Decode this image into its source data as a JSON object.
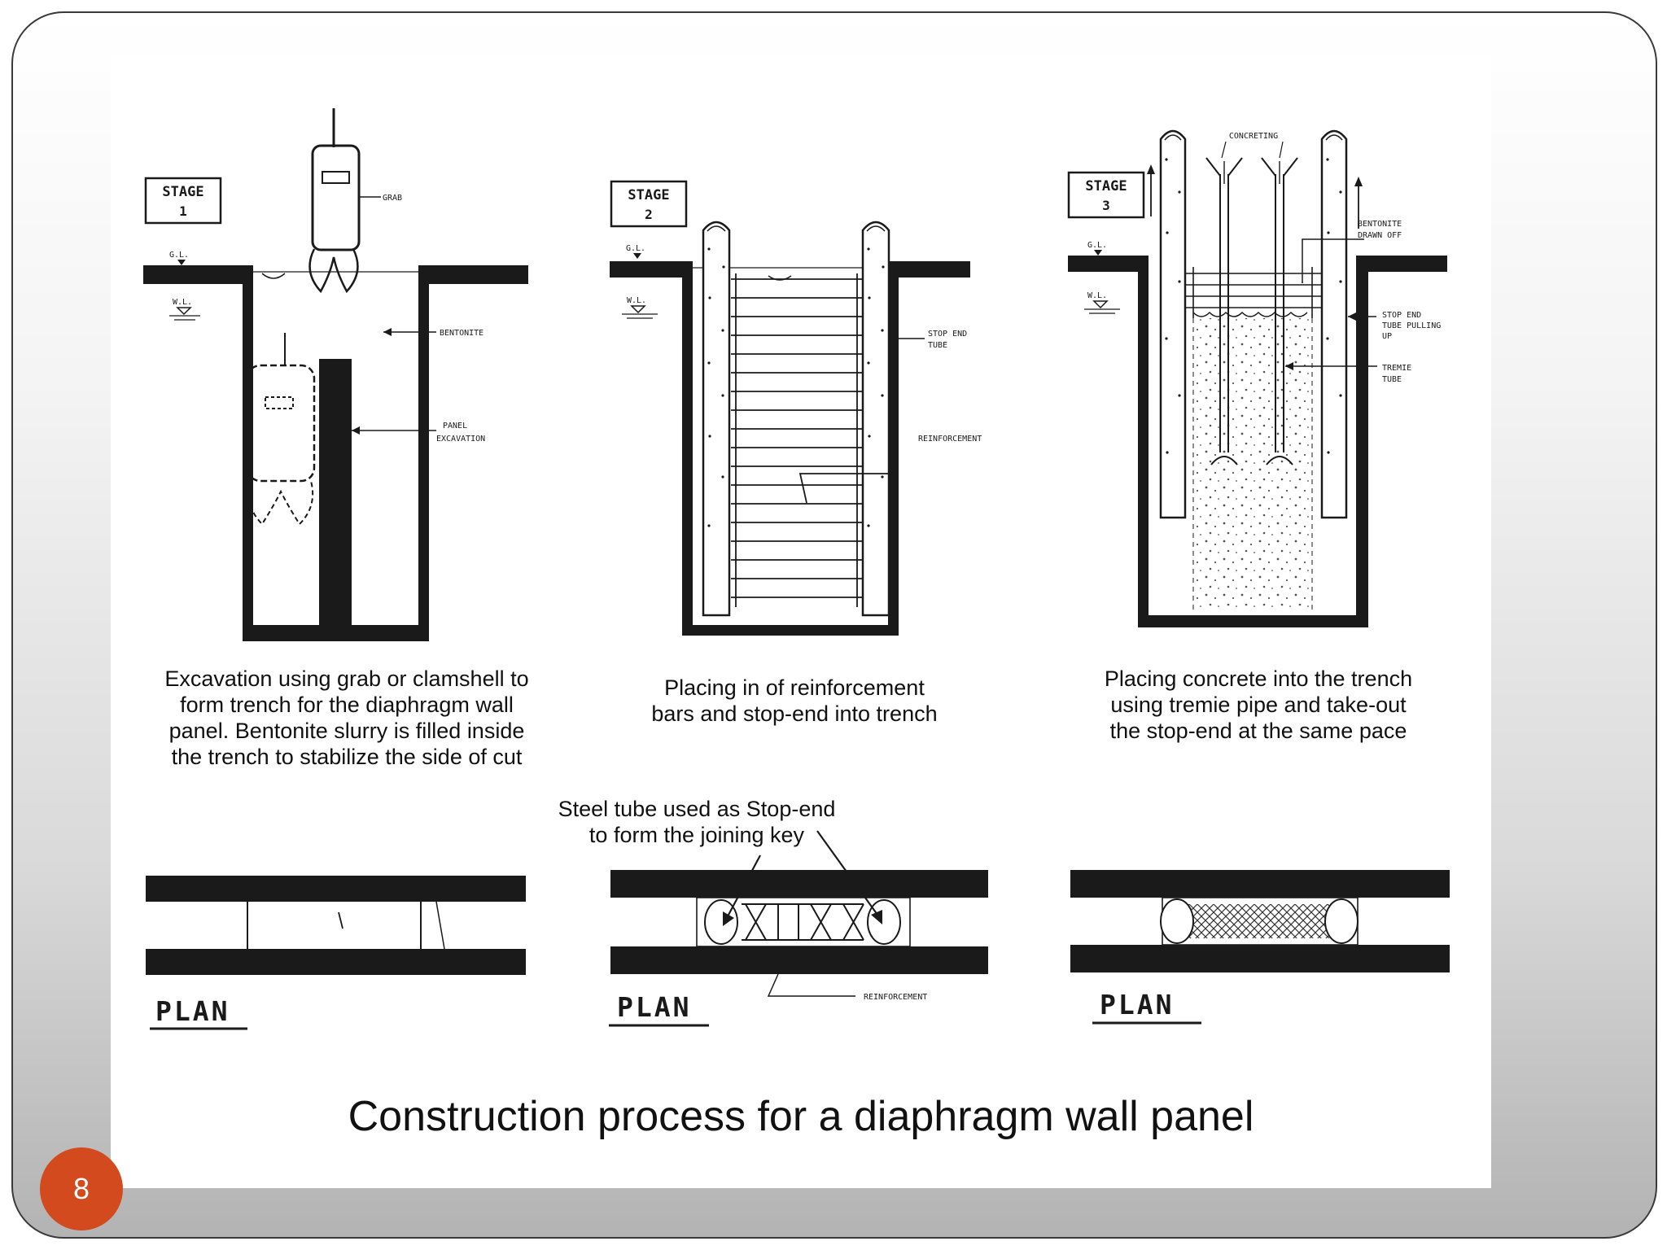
{
  "colors": {
    "badge": "#d24a1e",
    "ink": "#1a1a1a"
  },
  "stages": [
    {
      "stage_label": "STAGE",
      "stage_number": "1",
      "ground_level": "G.L.",
      "water_level": "W.L.",
      "labels": {
        "grab": "GRAB",
        "bentonite": "BENTONITE",
        "panel_excavation_1": "PANEL",
        "panel_excavation_2": "EXCAVATION"
      },
      "caption": "Excavation using grab or clamshell to\nform trench for the diaphragm wall\npanel. Bentonite slurry is filled inside\nthe trench to stabilize the side of cut",
      "plan_label": "PLAN"
    },
    {
      "stage_label": "STAGE",
      "stage_number": "2",
      "ground_level": "G.L.",
      "water_level": "W.L.",
      "labels": {
        "stop_end_1": "STOP END",
        "stop_end_2": "TUBE",
        "reinforcement": "REINFORCEMENT"
      },
      "caption": "Placing in of reinforcement\nbars and stop-end into trench",
      "plan_label": "PLAN",
      "plan_reinforcement": "REINFORCEMENT",
      "callout": "Steel tube used as Stop-end\nto form the joining key"
    },
    {
      "stage_label": "STAGE",
      "stage_number": "3",
      "ground_level": "G.L.",
      "water_level": "W.L.",
      "labels": {
        "concreting": "CONCRETING",
        "bentonite_1": "BENTONITE",
        "bentonite_2": "DRAWN OFF",
        "stop_end_1": "STOP END",
        "stop_end_2": "TUBE PULLING",
        "stop_end_3": "UP",
        "tremie_1": "TREMIE",
        "tremie_2": "TUBE"
      },
      "caption": "Placing concrete into the trench\nusing tremie pipe and take-out\nthe stop-end at the same pace",
      "plan_label": "PLAN"
    }
  ],
  "title": "Construction process for a diaphragm wall panel",
  "page_number": "8"
}
